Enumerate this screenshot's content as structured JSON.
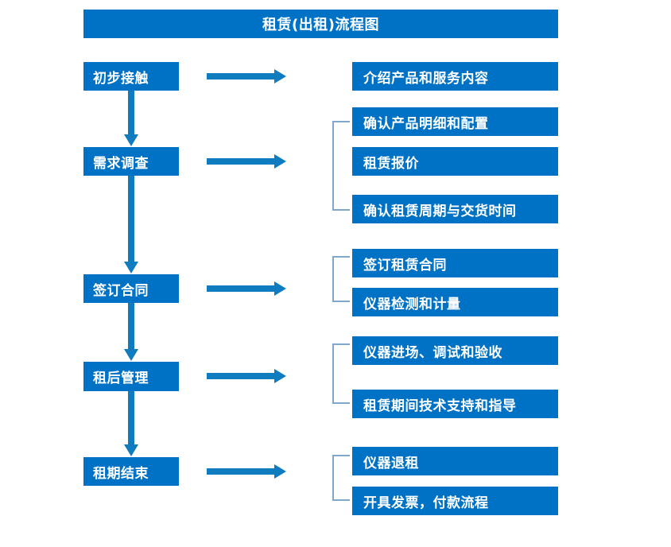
{
  "chart_data": {
    "type": "diagram",
    "title": "租赁(出租)流程图",
    "diagram_kind": "flowchart",
    "orientation": "vertical-stages-with-horizontal-details",
    "accent_color": "#0072C6",
    "bracket_color": "#7FA8CC",
    "text_color": "#FFFFFF",
    "background_color": "#FFFFFF",
    "stages": [
      {
        "label": "初步接触",
        "details": [
          "介绍产品和服务内容"
        ],
        "bracketed": false
      },
      {
        "label": "需求调查",
        "details": [
          "确认产品明细和配置",
          "租赁报价",
          "确认租赁周期与交货时间"
        ],
        "bracketed": true
      },
      {
        "label": "签订合同",
        "details": [
          "签订租赁合同",
          "仪器检测和计量"
        ],
        "bracketed": true
      },
      {
        "label": "租后管理",
        "details": [
          "仪器进场、调试和验收",
          "租赁期间技术支持和指导"
        ],
        "bracketed": true
      },
      {
        "label": "租期结束",
        "details": [
          "仪器退租",
          "开具发票，付款流程"
        ],
        "bracketed": true
      }
    ]
  },
  "header": {
    "title": "租赁(出租)流程图"
  },
  "stages": [
    {
      "label": "初步接触"
    },
    {
      "label": "需求调查"
    },
    {
      "label": "签订合同"
    },
    {
      "label": "租后管理"
    },
    {
      "label": "租期结束"
    }
  ],
  "details": [
    {
      "label": "介绍产品和服务内容"
    },
    {
      "label": "确认产品明细和配置"
    },
    {
      "label": "租赁报价"
    },
    {
      "label": "确认租赁周期与交货时间"
    },
    {
      "label": "签订租赁合同"
    },
    {
      "label": "仪器检测和计量"
    },
    {
      "label": "仪器进场、调试和验收"
    },
    {
      "label": "租赁期间技术支持和指导"
    },
    {
      "label": "仪器退租"
    },
    {
      "label": "开具发票，付款流程"
    }
  ]
}
